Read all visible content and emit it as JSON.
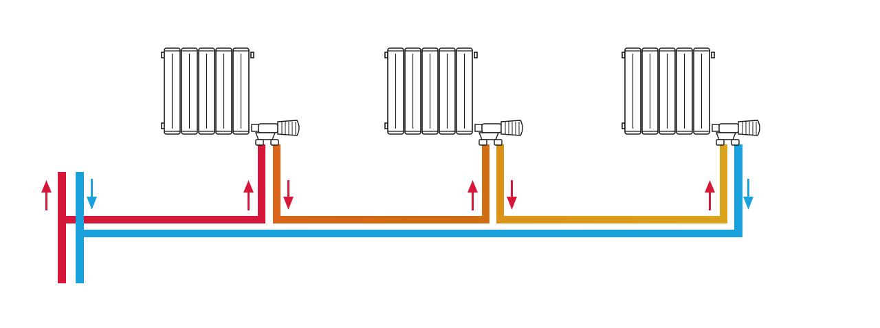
{
  "colors": {
    "hot": "#d5173a",
    "cold": "#1aa0db",
    "orange": "#d36e12",
    "amber": "#d89a1c",
    "outline": "#1a1a1a"
  },
  "radiators": [
    {
      "name": "radiator-1",
      "sections": 5
    },
    {
      "name": "radiator-2",
      "sections": 5
    },
    {
      "name": "radiator-3",
      "sections": 5
    }
  ],
  "flow_arrows": [
    {
      "name": "main-supply-up-arrow",
      "direction": "up",
      "color": "hot"
    },
    {
      "name": "main-return-down-arrow",
      "direction": "down",
      "color": "cold"
    },
    {
      "name": "radiator-1-inlet-up-arrow",
      "direction": "up",
      "color": "hot"
    },
    {
      "name": "radiator-1-outlet-down-arrow",
      "direction": "down",
      "color": "hot"
    },
    {
      "name": "radiator-2-inlet-up-arrow",
      "direction": "up",
      "color": "hot"
    },
    {
      "name": "radiator-2-outlet-down-arrow",
      "direction": "down",
      "color": "hot"
    },
    {
      "name": "radiator-3-inlet-up-arrow",
      "direction": "up",
      "color": "hot"
    },
    {
      "name": "radiator-3-outlet-down-arrow",
      "direction": "down",
      "color": "cold"
    }
  ]
}
